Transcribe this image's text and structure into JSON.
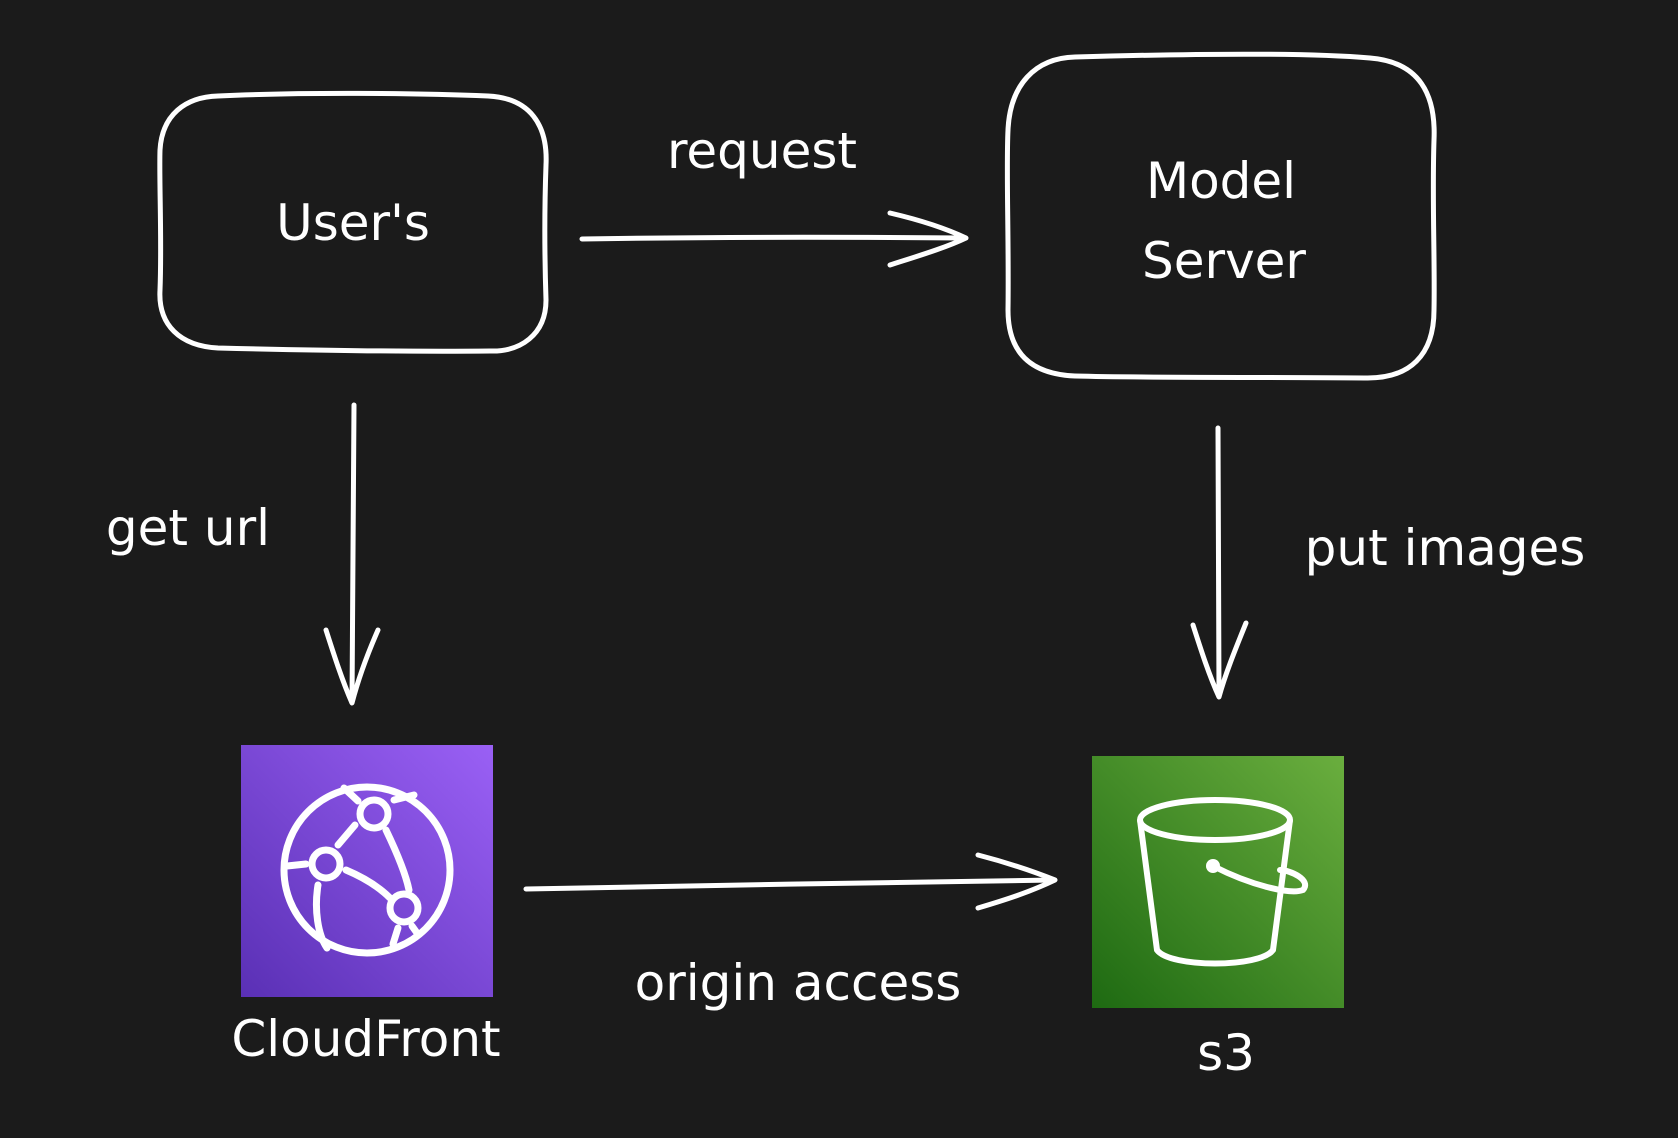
{
  "nodes": {
    "users": {
      "label": "User's"
    },
    "model_server": {
      "line1": "Model",
      "line2": "Server"
    },
    "cloudfront": {
      "label": "CloudFront",
      "icon": "cloudfront-icon",
      "color_start": "#5a30b5",
      "color_end": "#9a60f5"
    },
    "s3": {
      "label": "s3",
      "icon": "s3-bucket-icon",
      "color_start": "#1e6a12",
      "color_end": "#6aae3e"
    }
  },
  "edges": {
    "request": {
      "label": "request"
    },
    "get_url": {
      "label": "get url"
    },
    "put_images": {
      "label": "put images"
    },
    "origin_access": {
      "label": "origin access"
    }
  },
  "colors": {
    "background": "#1b1b1b",
    "stroke": "#ffffff"
  }
}
